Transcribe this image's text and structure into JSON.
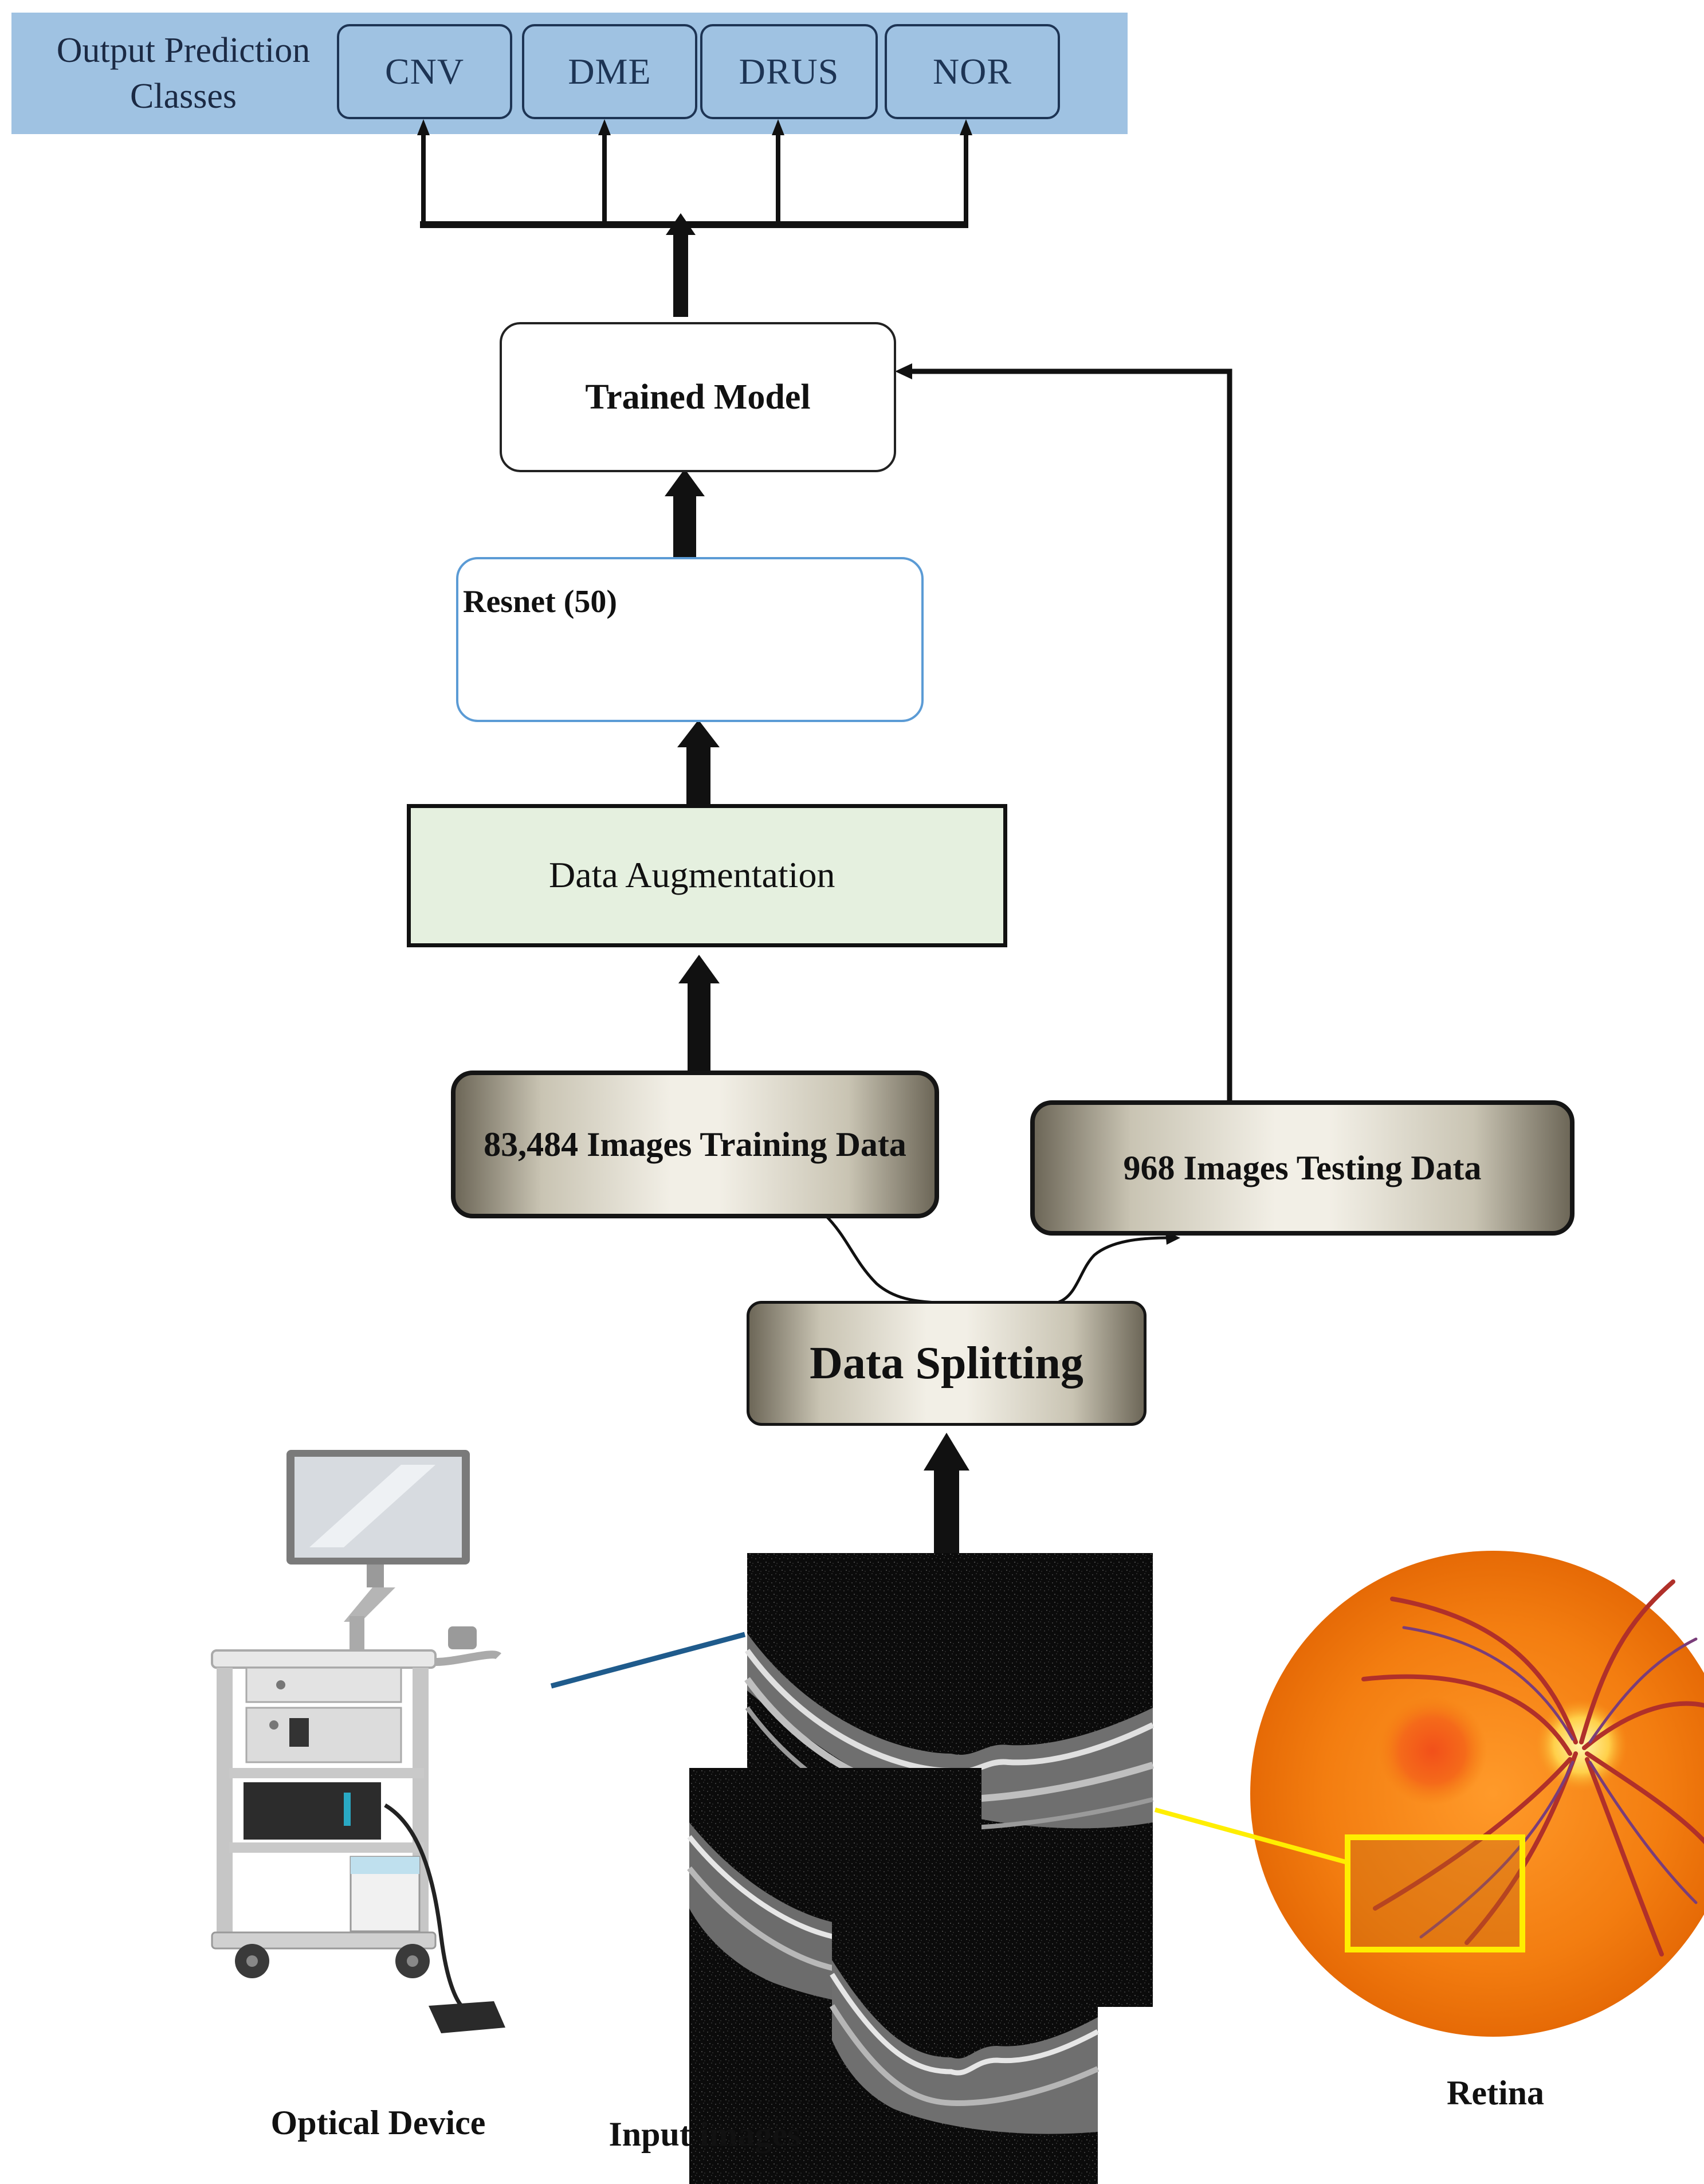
{
  "header": {
    "title": "Output Prediction Classes",
    "classes": [
      "CNV",
      "DME",
      "DRUS",
      "NOR"
    ]
  },
  "model": {
    "trained_label": "Trained Model"
  },
  "network": {
    "label": "Resnet (50)"
  },
  "augmentation": {
    "label": "Data Augmentation"
  },
  "data": {
    "training_label": "83,484 Images Training Data",
    "testing_label": "968 Images Testing Data",
    "splitting_label": "Data Splitting"
  },
  "captions": {
    "device": "Optical Device",
    "input": "Input images",
    "retina": "Retina"
  },
  "colors": {
    "header_band": "#9fc2e2",
    "class_text": "#1d3454",
    "resnet_border": "#5b9bd5",
    "augmentation_fill": "#e5f0df",
    "connector_blue": "#1f5b8c",
    "highlight_yellow": "#ffee00",
    "retina_orange": "#f07a10"
  }
}
